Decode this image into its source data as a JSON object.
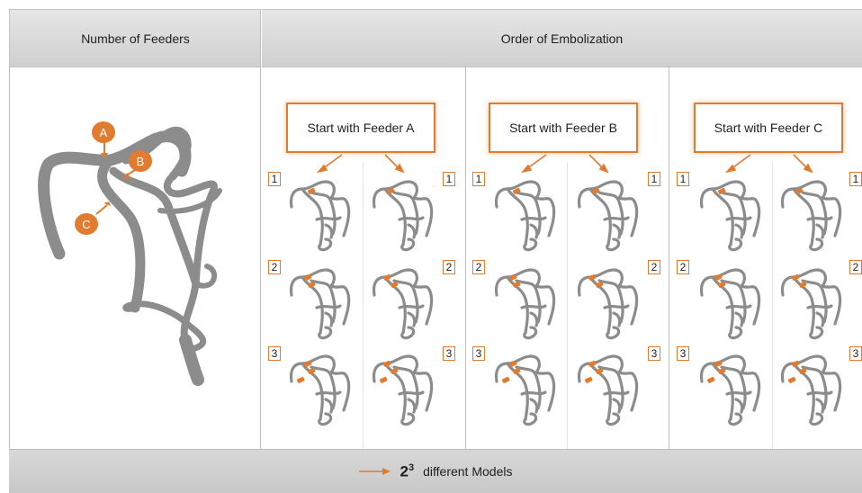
{
  "header": {
    "left_title": "Number of Feeders",
    "right_title": "Order of Embolization"
  },
  "feeder_labels": [
    "A",
    "B",
    "C"
  ],
  "groups": [
    {
      "label": "Start with Feeder A",
      "orders": [
        "1",
        "2",
        "3"
      ]
    },
    {
      "label": "Start with Feeder B",
      "orders": [
        "1",
        "2",
        "3"
      ]
    },
    {
      "label": "Start with Feeder C",
      "orders": [
        "1",
        "2",
        "3"
      ]
    }
  ],
  "footer": {
    "base": "2",
    "exponent": "3",
    "text": "different Models",
    "arrow_icon": "orange-arrow-icon"
  },
  "colors": {
    "accent": "#e07b30",
    "vessel": "#8c8c8c",
    "header_bg": "#d9d9d9"
  }
}
